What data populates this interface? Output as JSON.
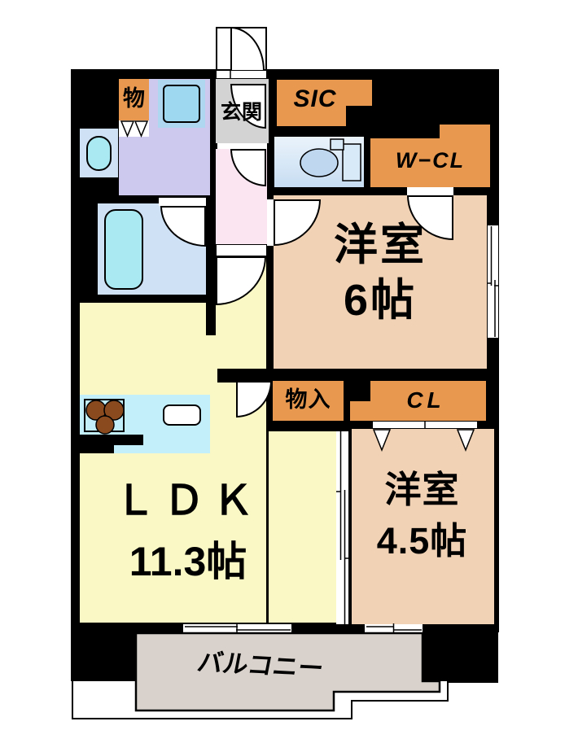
{
  "plan": {
    "rooms": {
      "entrance": "玄関",
      "sic": "SIC",
      "wcl": "W−CL",
      "storage": "物",
      "storage_inner": "物入",
      "closet": "CL",
      "bedroom6_name": "洋室",
      "bedroom6_size": "6帖",
      "bedroom45_name": "洋室",
      "bedroom45_size": "4.5帖",
      "ldk_name": "ＬＤＫ",
      "ldk_size": "11.3帖",
      "balcony": "バルコニー"
    }
  },
  "colors": {
    "wall": "#000000",
    "ldk": "#FAF9C6",
    "bedroom": "#F2D2B4",
    "accent_orange": "#E8994F",
    "entrance": "#D3D3D3",
    "corridor": "#FAE5F0",
    "washroom": "#CCC8EE",
    "bathroom": "#CFE2F5",
    "bathtub": "#ABE9F2",
    "kitchen": "#C3EFFA",
    "balcony_gray": "#D9D2CC",
    "washer": "#9ED7F0",
    "washer_outer": "#AFD7F0",
    "fixture_blue": "#BFD8F0",
    "burner_brown": "#8B4A1D"
  }
}
